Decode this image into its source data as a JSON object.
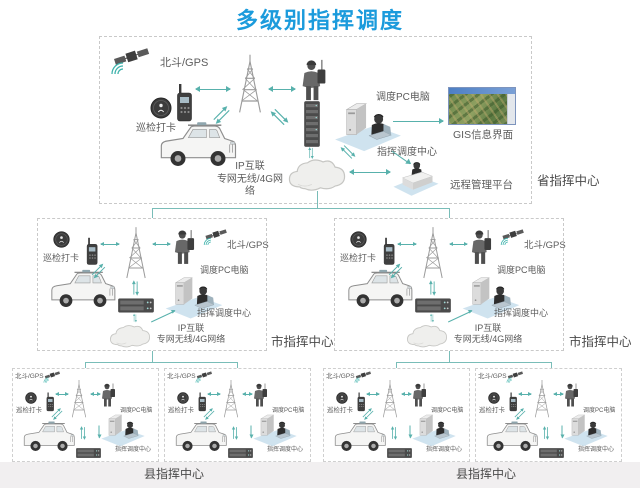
{
  "title": "多级别指挥调度",
  "province": {
    "level_label": "省指挥中心",
    "labels": {
      "beidou": "北斗/GPS",
      "patrol": "巡检打卡",
      "network_line1": "IP互联",
      "network_line2": "专网无线/4G网络",
      "dispatch_pc": "调度PC电脑",
      "gis": "GIS信息界面",
      "command_center": "指挥调度中心",
      "remote": "远程管理平台"
    }
  },
  "city_boxes": [
    {
      "level_label": "市指挥中心",
      "labels": {
        "beidou": "北斗/GPS",
        "patrol": "巡检打卡",
        "dispatch_pc": "调度PC电脑",
        "command_center": "指挥调度中心",
        "network_line1": "IP互联",
        "network_line2": "专网无线/4G网络"
      }
    },
    {
      "level_label": "市指挥中心",
      "labels": {
        "beidou": "北斗/GPS",
        "patrol": "巡检打卡",
        "dispatch_pc": "调度PC电脑",
        "command_center": "指挥调度中心",
        "network_line1": "IP互联",
        "network_line2": "专网无线/4G网络"
      }
    }
  ],
  "county_group_labels": [
    "县指挥中心",
    "县指挥中心"
  ],
  "county_boxes": [
    {
      "labels": {
        "beidou": "北斗/GPS",
        "patrol": "巡检打卡",
        "dispatch_pc": "调度PC电脑",
        "command_center": "指挥调度中心"
      }
    },
    {
      "labels": {
        "beidou": "北斗/GPS",
        "patrol": "巡检打卡",
        "dispatch_pc": "调度PC电脑",
        "command_center": "指挥调度中心"
      }
    },
    {
      "labels": {
        "beidou": "北斗/GPS",
        "patrol": "巡检打卡",
        "dispatch_pc": "调度PC电脑",
        "command_center": "指挥调度中心"
      }
    },
    {
      "labels": {
        "beidou": "北斗/GPS",
        "patrol": "巡检打卡",
        "dispatch_pc": "调度PC电脑",
        "command_center": "指挥调度中心"
      }
    }
  ],
  "colors": {
    "title_blue": "#1b9bdc",
    "arrow_teal": "#58b1ac",
    "dashed_border": "#c9c9c9",
    "platform_blue": "#cfe3ef",
    "label_text": "#5c5c5c",
    "footer_gray": "#f1eff0"
  },
  "icons": [
    "beidou-satellite-icon",
    "signal-arcs-icon",
    "patrol-badge-icon",
    "handheld-radio-icon",
    "antenna-tower-icon",
    "soldier-radio-icon",
    "patrol-vehicle-icon",
    "repeater-rack-icon",
    "server-icon",
    "network-cloud-icon",
    "dispatch-workstation-icon",
    "remote-workstation-icon",
    "gis-map-screenshot"
  ]
}
